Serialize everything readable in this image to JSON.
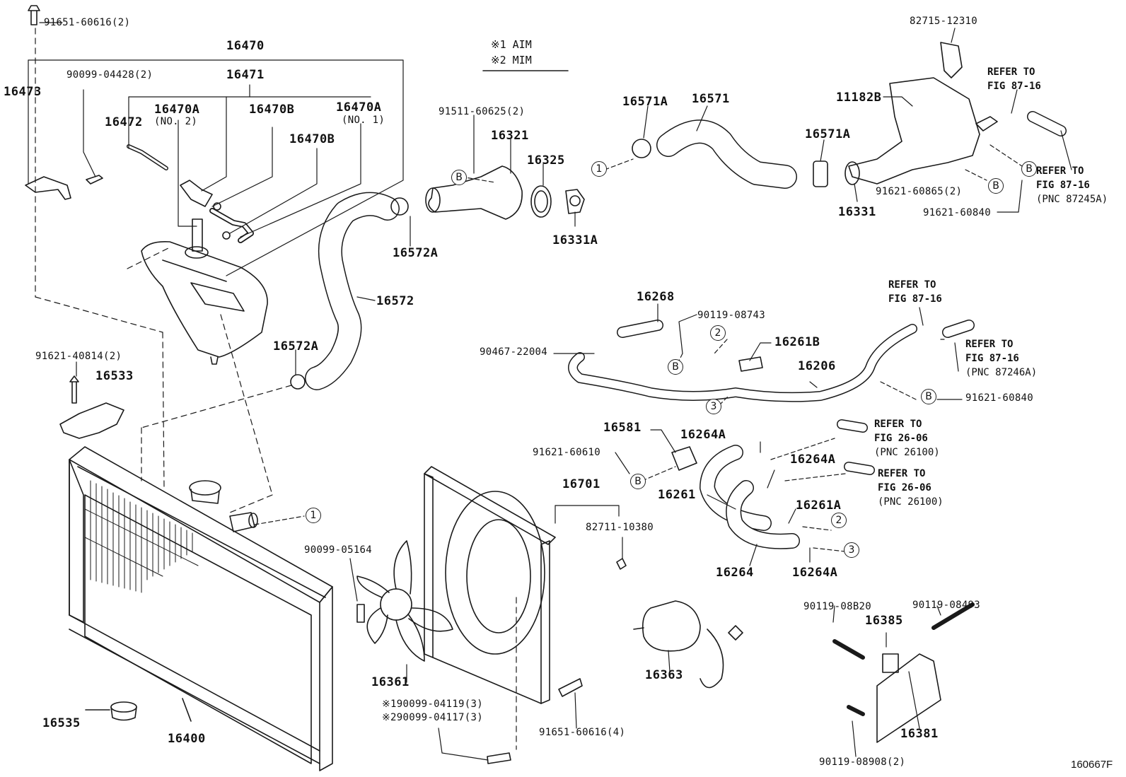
{
  "legend": {
    "items": [
      "※1 AIM",
      "※2 MIM"
    ]
  },
  "figure_id": "160667F",
  "parts": {
    "p91651_60616_2": "91651-60616(2)",
    "p16470": "16470",
    "p90099_04428": "90099-04428(2)",
    "p16471": "16471",
    "p16473": "16473",
    "p16472": "16472",
    "p16470A_no2": "16470A",
    "no2": "(NO. 2)",
    "p16470B_a": "16470B",
    "p16470B_b": "16470B",
    "p16470A_no1": "16470A",
    "no1": "(NO. 1)",
    "p91511": "91511-60625(2)",
    "p16321": "16321",
    "p16325": "16325",
    "p16331A": "16331A",
    "p16572A_top": "16572A",
    "p16572": "16572",
    "p16572A_low": "16572A",
    "p16571A_a": "16571A",
    "p16571": "16571",
    "p16571A_b": "16571A",
    "p82715": "82715-12310",
    "p11182B": "11182B",
    "p16331": "16331",
    "p91621_60865": "91621-60865(2)",
    "p91621_60840_top": "91621-60840",
    "p91621_40814": "91621-40814(2)",
    "p16533": "16533",
    "p16268": "16268",
    "p90119_08743": "90119-08743",
    "p90467": "90467-22004",
    "p16261B": "16261B",
    "p16206": "16206",
    "p91621_60840_mid": "91621-60840",
    "p16581": "16581",
    "p16264A_a": "16264A",
    "p16264A_b": "16264A",
    "p91621_60610": "91621-60610",
    "p16261": "16261",
    "p16261A": "16261A",
    "p16264": "16264",
    "p16264A_c": "16264A",
    "p16701": "16701",
    "p82711": "82711-10380",
    "p90099_05164": "90099-05164",
    "p16361": "16361",
    "p16363": "16363",
    "p90099_04119": "※190099-04119(3)",
    "p90099_04117": "※290099-04117(3)",
    "p91651_60616_4": "91651-60616(4)",
    "p16535": "16535",
    "p16400": "16400",
    "p90119_08B20": "90119-08B20",
    "p16385": "16385",
    "p90119_08493": "90119-08493",
    "p16381": "16381",
    "p90119_08908": "90119-08908(2)"
  },
  "refers": {
    "r1": [
      "REFER TO",
      "FIG 87-16"
    ],
    "r2": [
      "REFER TO",
      "FIG 87-16",
      "(PNC 87245A)"
    ],
    "r3": [
      "REFER TO",
      "FIG 87-16"
    ],
    "r4": [
      "REFER TO",
      "FIG 87-16",
      "(PNC 87246A)"
    ],
    "r5": [
      "REFER TO",
      "FIG 26-06",
      "(PNC 26100)"
    ],
    "r6": [
      "REFER TO",
      "FIG 26-06",
      "(PNC 26100)"
    ]
  },
  "callouts": {
    "c1": "1",
    "c2": "2",
    "c3": "3",
    "B": "B"
  }
}
